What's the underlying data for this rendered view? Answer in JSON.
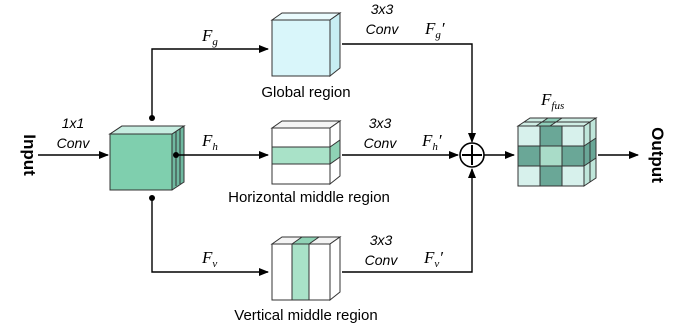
{
  "labels": {
    "input": "Input",
    "output": "Output",
    "conv1x1_size": "1x1",
    "conv_word": "Conv",
    "conv3x3_size": "3x3",
    "global_region": "Global region",
    "horizontal_region": "Horizontal middle region",
    "vertical_region": "Vertical middle region"
  },
  "features": {
    "fg": {
      "base": "F",
      "sub": "g"
    },
    "fh": {
      "base": "F",
      "sub": "h"
    },
    "fv": {
      "base": "F",
      "sub": "v"
    },
    "fg_prime": {
      "base": "F",
      "sub": "g",
      "prime": "′"
    },
    "fh_prime": {
      "base": "F",
      "sub": "h",
      "prime": "′"
    },
    "fv_prime": {
      "base": "F",
      "sub": "v",
      "prime": "′"
    },
    "ffus": {
      "base": "F",
      "sub": "fus"
    }
  },
  "operator_symbol": "+",
  "colors": {
    "input_cube": "#7fcfae",
    "global_cube": "#d9f6fa",
    "horizontal_band": "#a9e2c8",
    "vertical_band": "#a9e2c8",
    "fusion_light": "#d7f1ec",
    "fusion_mid": "#a9dcc8",
    "fusion_dark": "#6aa797",
    "line": "#000000"
  }
}
